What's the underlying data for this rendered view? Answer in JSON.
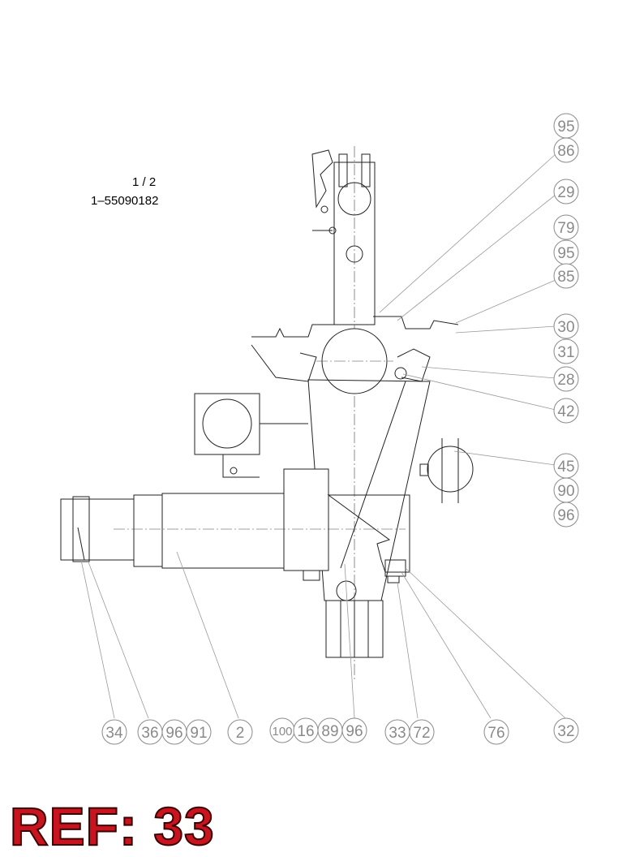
{
  "sheet": {
    "page": "1 / 2",
    "number": "1–55090182"
  },
  "ref": {
    "label": "REF: 33"
  },
  "callouts_right": [
    "95",
    "86",
    "29",
    "79",
    "95",
    "85",
    "30",
    "31",
    "28",
    "42",
    "45",
    "90",
    "96"
  ],
  "callouts_bottom": [
    "34",
    "36",
    "96",
    "91",
    "2",
    "100",
    "16",
    "89",
    "96",
    "33",
    "72",
    "76",
    "32"
  ]
}
